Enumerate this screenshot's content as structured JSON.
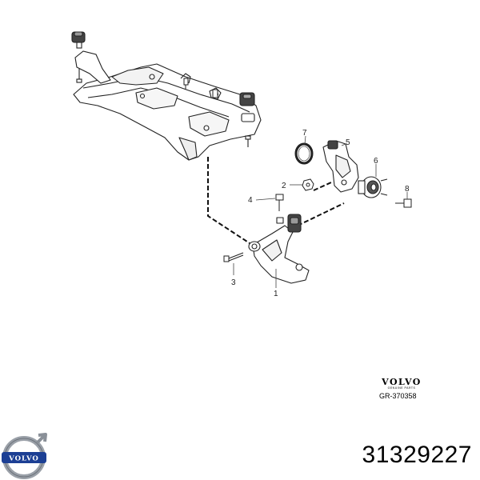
{
  "callouts": [
    {
      "id": "1",
      "label": "1"
    },
    {
      "id": "2",
      "label": "2"
    },
    {
      "id": "3",
      "label": "3"
    },
    {
      "id": "4",
      "label": "4"
    },
    {
      "id": "5",
      "label": "5"
    },
    {
      "id": "6",
      "label": "6"
    },
    {
      "id": "7",
      "label": "7"
    },
    {
      "id": "8",
      "label": "8"
    }
  ],
  "brand": {
    "wordmark": "VOLVO",
    "tagline": "GENUINE PARTS",
    "diagram_code": "GR-370358"
  },
  "logo": {
    "text": "VOLVO",
    "color": "#1c3f94"
  },
  "part_number": "31329227"
}
